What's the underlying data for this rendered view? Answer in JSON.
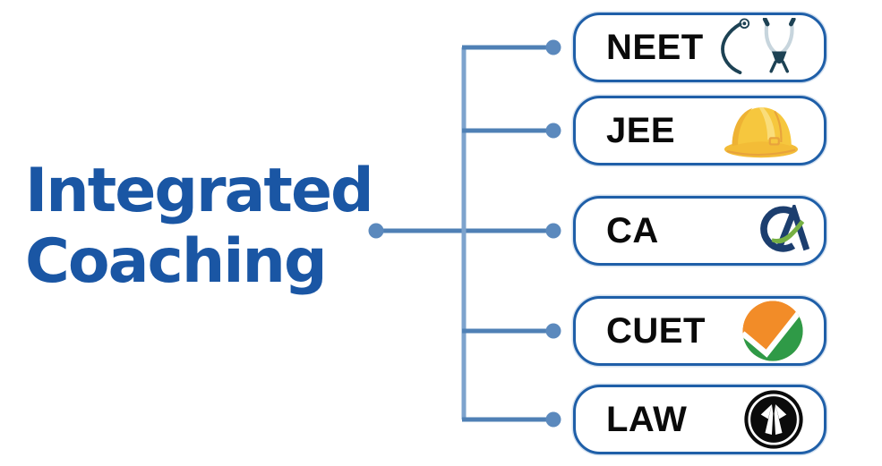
{
  "title": {
    "line1": "Integrated",
    "line2": "Coaching"
  },
  "items": [
    {
      "label": "NEET",
      "icon": "stethoscope-icon"
    },
    {
      "label": "JEE",
      "icon": "hard-hat-icon"
    },
    {
      "label": "CA",
      "icon": "ca-institute-logo-icon"
    },
    {
      "label": "CUET",
      "icon": "nta-checkmark-icon"
    },
    {
      "label": "LAW",
      "icon": "advocate-band-icon"
    }
  ],
  "colors": {
    "title_blue": "#1a56a4",
    "box_border_blue": "#1f5fa8",
    "connector_line_blue": "#4f80b5",
    "connector_vertical_blue": "#7da3cd",
    "connector_dot_blue": "#5b89bd",
    "label_black": "#0a0a0a",
    "stethoscope_dark": "#1d4254",
    "stethoscope_light_tube": "#c7d5dd",
    "hard_hat_yellow": "#f6c73e",
    "hard_hat_shadow": "#e8a33c",
    "ca_navy": "#1c3e6e",
    "ca_green": "#76b043",
    "nta_orange": "#f28c28",
    "nta_green": "#2f9a47",
    "law_black": "#0b0b0b"
  }
}
